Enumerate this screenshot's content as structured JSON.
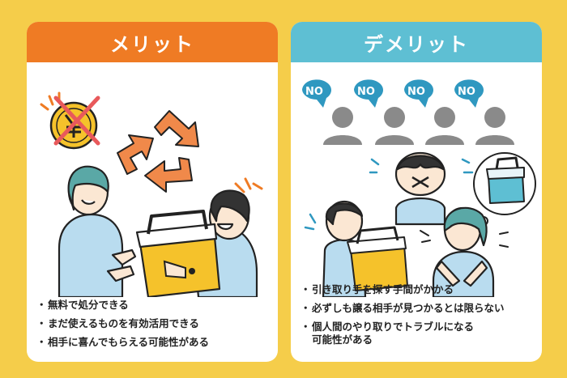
{
  "merit": {
    "title": "メリット",
    "items": [
      "無料で処分できる",
      "まだ使えるものを有効活用できる",
      "相手に喜んでもらえる可能性がある"
    ],
    "icons": [
      "yen-coin-icon",
      "cross-icon",
      "recycle-icon"
    ]
  },
  "demerit": {
    "title": "デメリット",
    "items": [
      "引き取り手を探す手間がかかる",
      "必ずしも譲る相手が見つかるとは限らない"
    ],
    "item3_line1": "個人間のやり取りでトラブルになる",
    "item3_line2": "可能性がある",
    "bubble_text": "NO",
    "icons": [
      "speech-bubble-icon",
      "person-silhouette-icon",
      "cooler-box-icon"
    ]
  },
  "colors": {
    "background": "#f5cd4a",
    "merit_accent": "#ef7b24",
    "demerit_accent": "#5ebfd3"
  }
}
